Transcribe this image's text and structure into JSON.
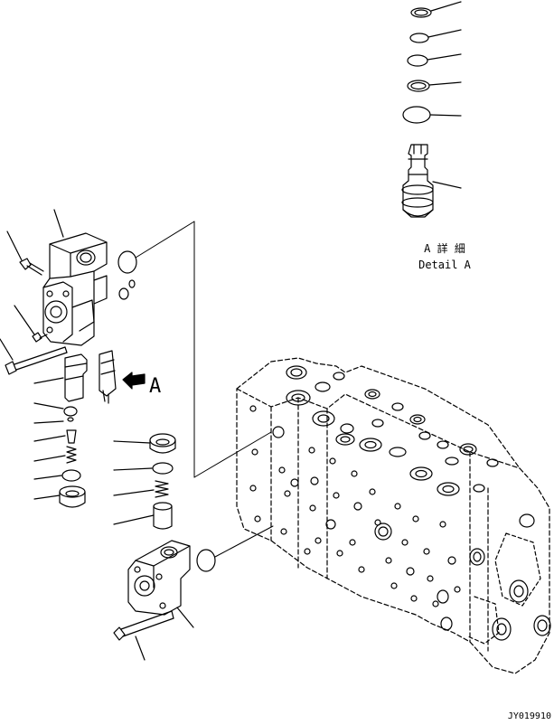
{
  "detail": {
    "jp": "A 詳 細",
    "en": "Detail A"
  },
  "view_arrow_label": "A",
  "drawing_number": "JY019910",
  "colors": {
    "line": "#000000",
    "background": "#ffffff"
  }
}
